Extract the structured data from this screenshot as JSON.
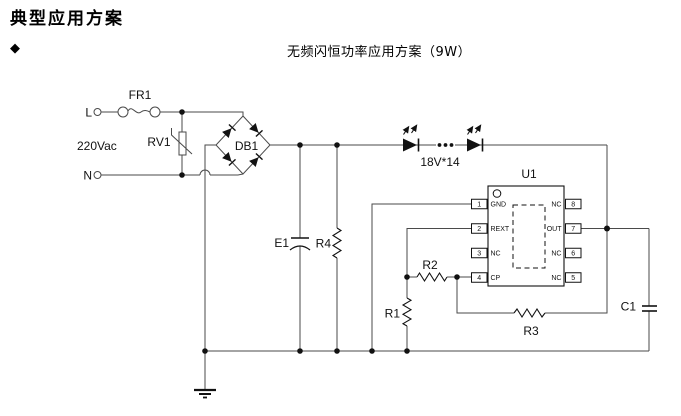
{
  "header": {
    "title": "典型应用方案",
    "bullet": "◆",
    "caption": "无频闪恒功率应用方案（9W）"
  },
  "schematic": {
    "labels": {
      "live": "L",
      "neutral": "N",
      "voltage": "220Vac",
      "fuse": "FR1",
      "varistor": "RV1",
      "bridge": "DB1",
      "bulk_cap": "E1",
      "res_r4": "R4",
      "res_r1": "R1",
      "res_r2": "R2",
      "res_r3": "R3",
      "out_cap": "C1",
      "led_string": "18V*14",
      "ic_ref": "U1"
    },
    "ic": {
      "left_pins": [
        {
          "num": "1",
          "name": "GND"
        },
        {
          "num": "2",
          "name": "REXT"
        },
        {
          "num": "3",
          "name": "NC"
        },
        {
          "num": "4",
          "name": "CP"
        }
      ],
      "right_pins": [
        {
          "num": "8",
          "name": "NC"
        },
        {
          "num": "7",
          "name": "OUT"
        },
        {
          "num": "6",
          "name": "NC"
        },
        {
          "num": "5",
          "name": "NC"
        }
      ]
    }
  },
  "colors": {
    "wire": "#4a4a4a",
    "ink": "#111111",
    "background": "#ffffff"
  }
}
